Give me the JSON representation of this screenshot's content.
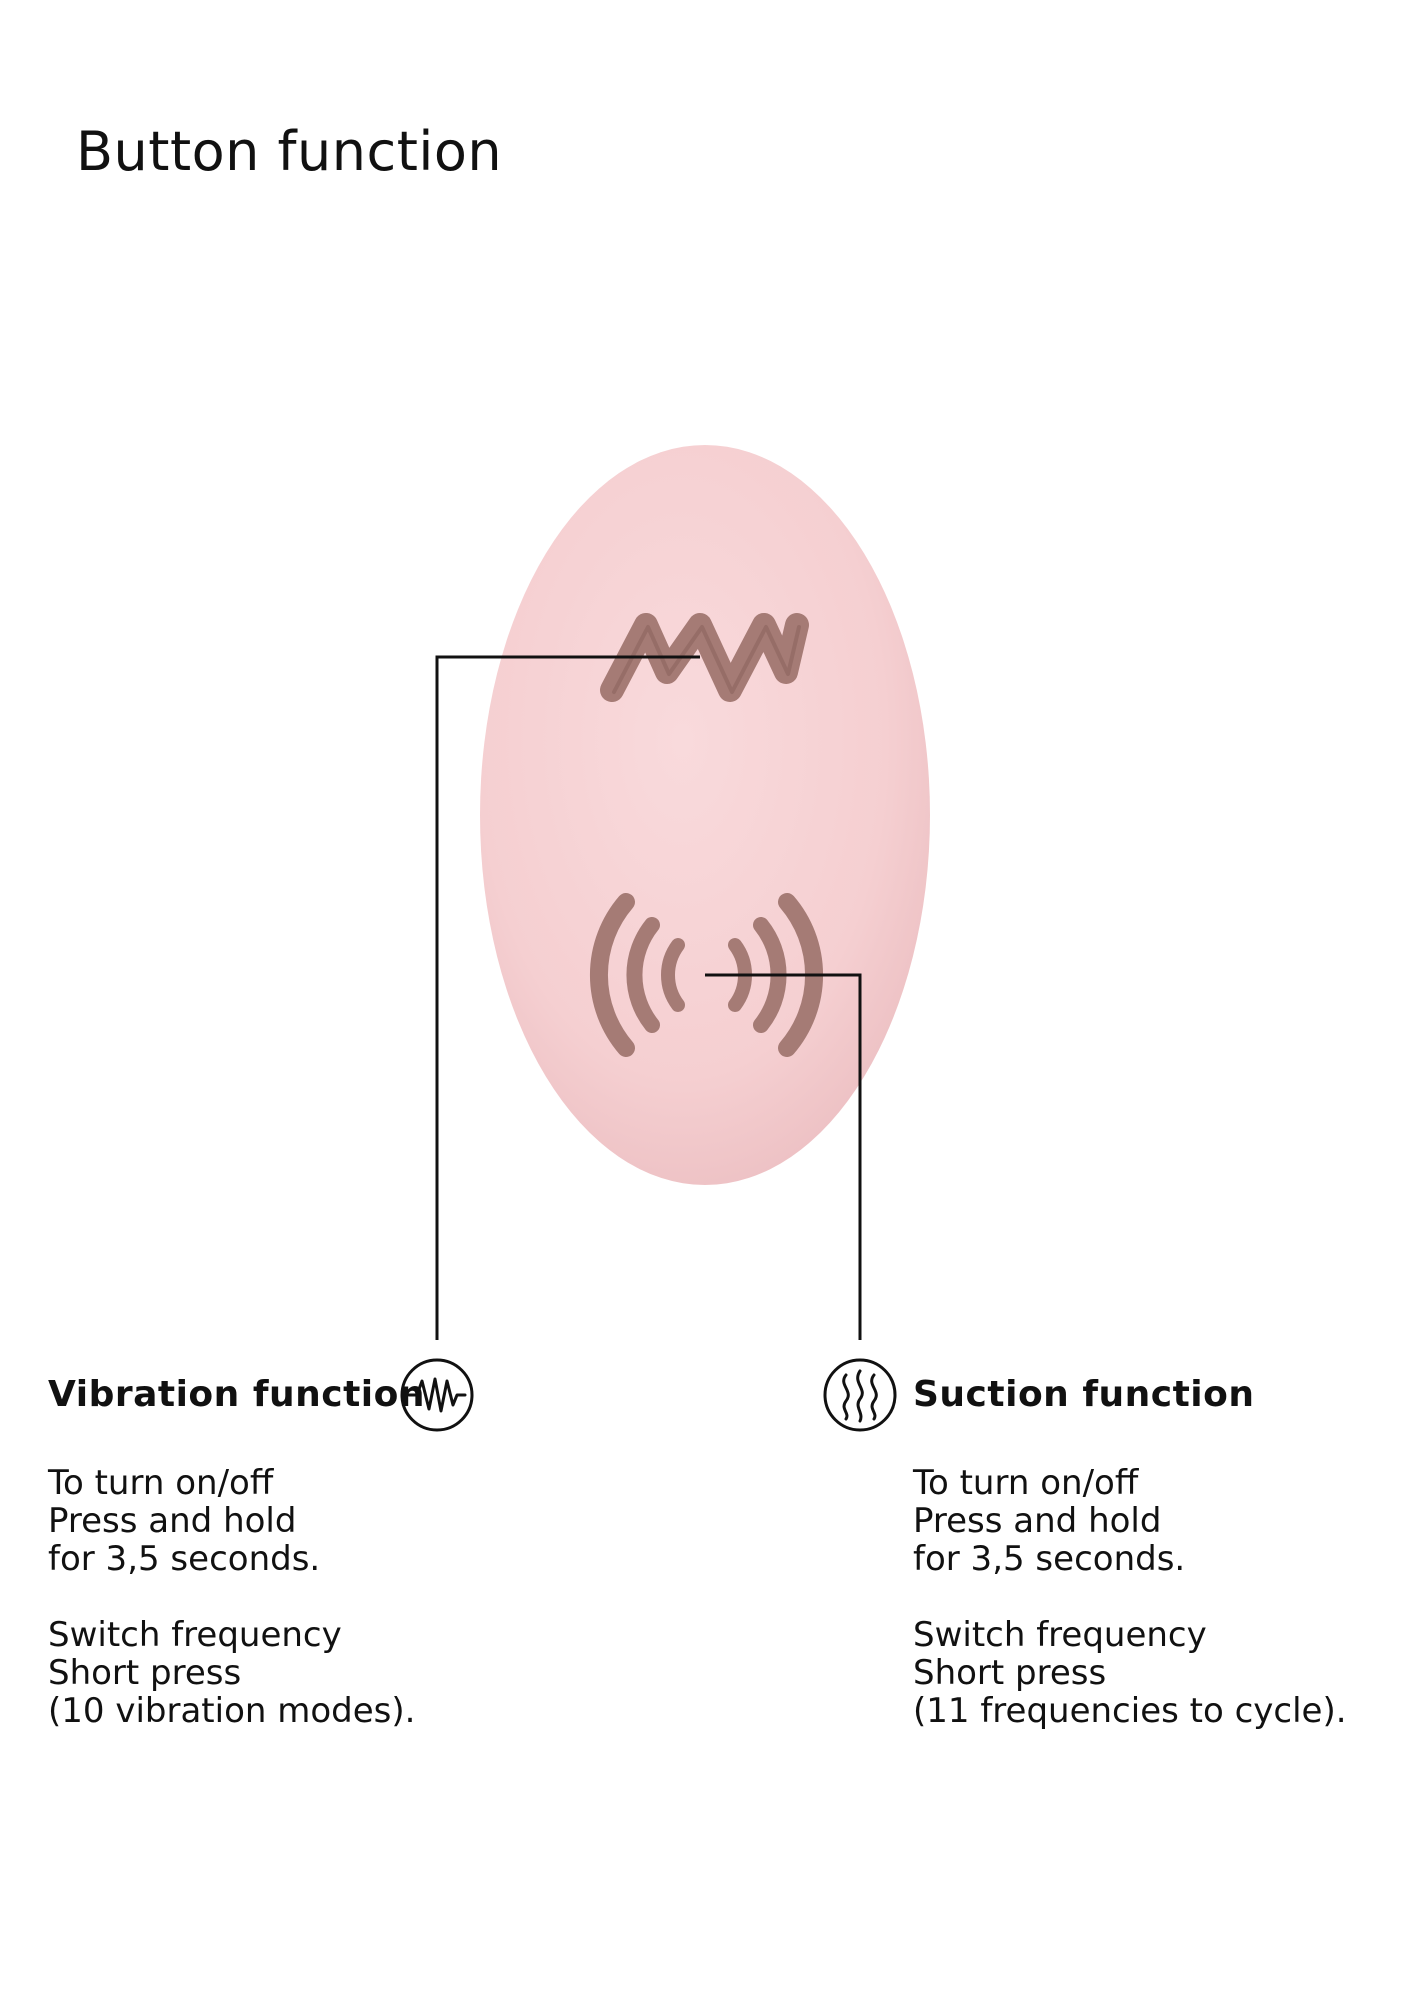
{
  "page": {
    "title": "Button function"
  },
  "colors": {
    "device_pink": "#f5cfd1",
    "device_shadow": "#e7b7ba",
    "button_cutout": "#a77e78",
    "line": "#111111"
  },
  "icons": {
    "vibration_button": "zigzag-wave-icon",
    "suction_button": "radiating-waves-icon",
    "vibration_badge": "vibration-wave-circle-icon",
    "suction_badge": "suction-flow-circle-icon"
  },
  "vibration": {
    "title": "Vibration function",
    "onoff_heading": "To turn on/off",
    "onoff_line1": "Press and hold",
    "onoff_line2": "for 3,5 seconds.",
    "switch_heading": "Switch frequency",
    "switch_line1": "Short press",
    "switch_line2": "(10 vibration modes)."
  },
  "suction": {
    "title": "Suction function",
    "onoff_heading": "To turn on/off",
    "onoff_line1": "Press and hold",
    "onoff_line2": "for 3,5 seconds.",
    "switch_heading": "Switch frequency",
    "switch_line1": "Short press",
    "switch_line2": "(11 frequencies to cycle)."
  }
}
